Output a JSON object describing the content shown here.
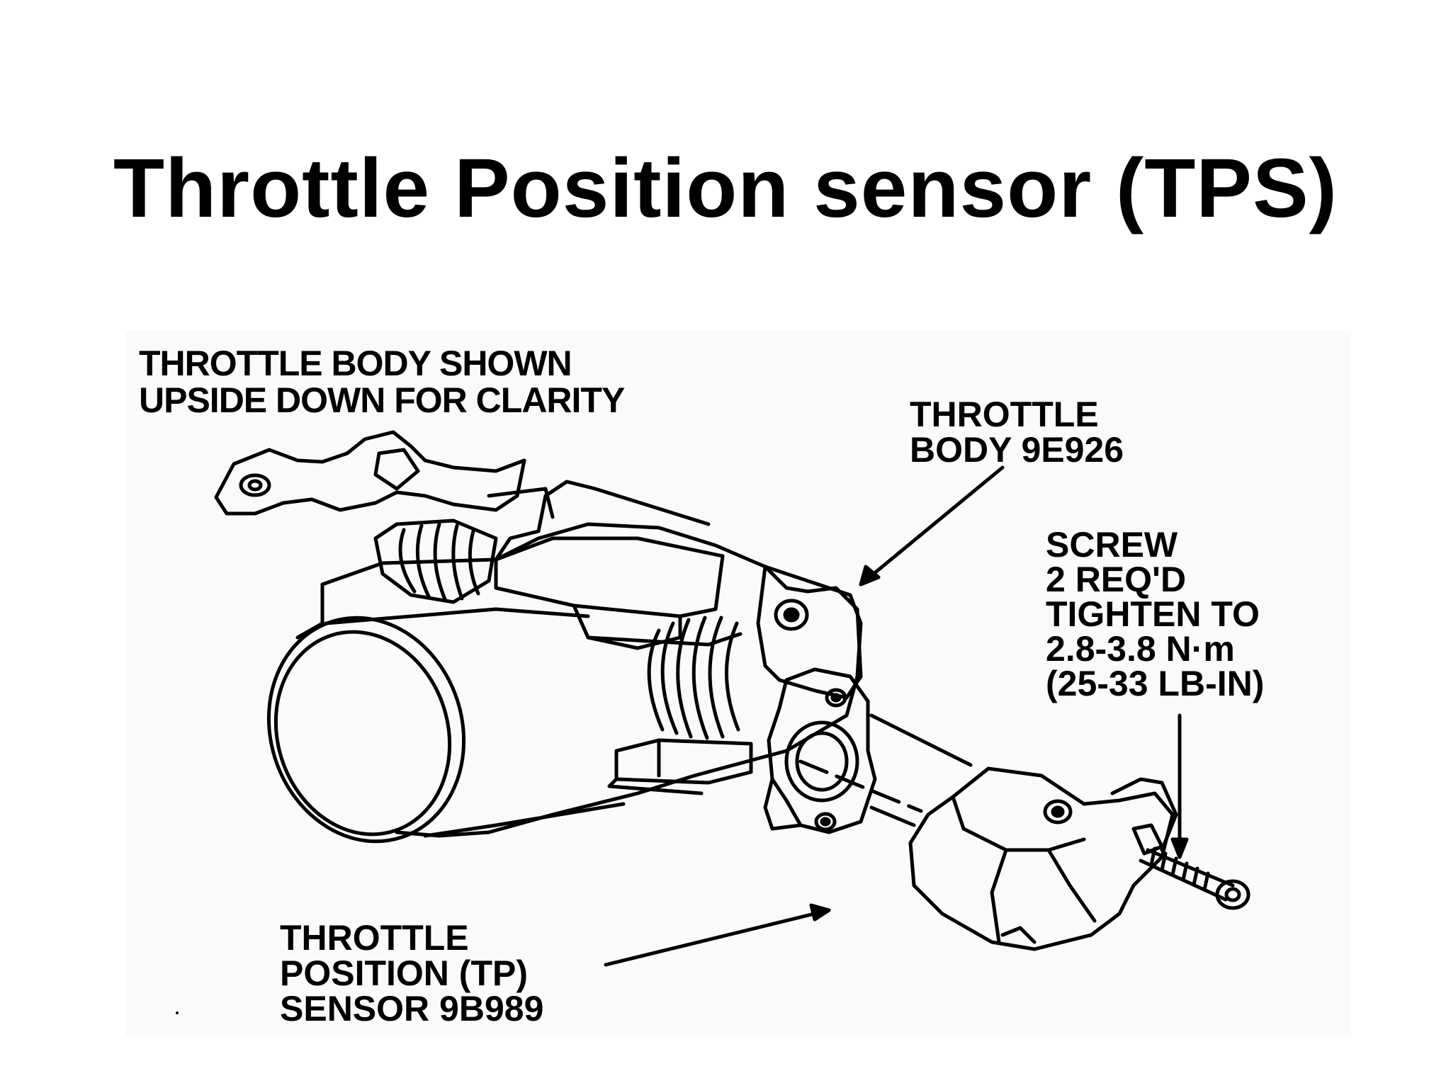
{
  "title": "Throttle Position sensor (TPS)",
  "labels": {
    "note": "THROTTLE BODY SHOWN\nUPSIDE DOWN FOR CLARITY",
    "throttle_body": "THROTTLE\nBODY 9E926",
    "screw": "SCREW\n2 REQ'D\nTIGHTEN TO\n2.8-3.8 N·m\n(25-33 LB-IN)",
    "tp_sensor": "THROTTLE\nPOSITION (TP)\nSENSOR 9B989"
  },
  "colors": {
    "ink": "#000000",
    "paper": "#ffffff",
    "diagram_bg": "#fafafa"
  }
}
